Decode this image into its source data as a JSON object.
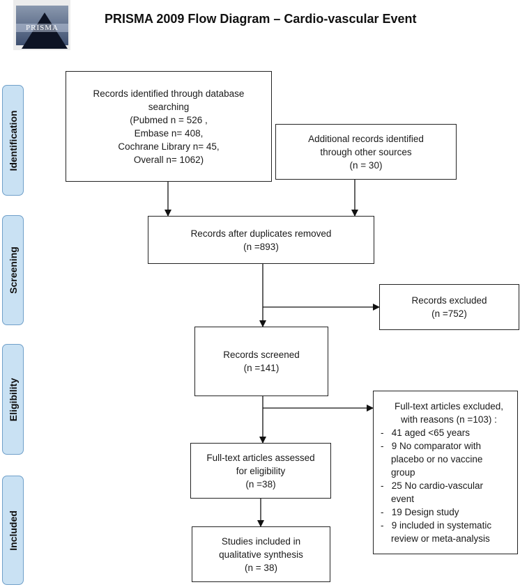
{
  "logo": {
    "text": "PRISMA"
  },
  "title": "PRISMA 2009 Flow Diagram – Cardio-vascular Event",
  "phases": [
    {
      "id": "identification",
      "label": "Identification"
    },
    {
      "id": "screening",
      "label": "Screening"
    },
    {
      "id": "eligibility",
      "label": "Eligibility"
    },
    {
      "id": "included",
      "label": "Included"
    }
  ],
  "boxes": {
    "database_search": {
      "lines": [
        "Records identified through database",
        "searching",
        "(Pubmed n = 526 ,",
        "Embase n= 408,",
        "Cochrane Library n= 45,",
        "Overall n= 1062)"
      ]
    },
    "other_sources": {
      "lines": [
        "Additional records identified",
        "through other sources",
        "(n = 30)"
      ]
    },
    "after_duplicates": {
      "lines": [
        "Records after duplicates removed",
        "(n =893)"
      ]
    },
    "records_excluded": {
      "lines": [
        "Records excluded",
        "(n =752)"
      ]
    },
    "records_screened": {
      "lines": [
        "Records screened",
        "(n =141)"
      ]
    },
    "fulltext_excluded": {
      "lines": [
        "Full-text articles excluded,",
        "with reasons (n =103) :"
      ],
      "reasons": [
        "-   41 aged <65 years",
        "-   9 No comparator with",
        "    placebo or no vaccine",
        "    group",
        "-   25 No cardio-vascular",
        "    event",
        "-   19 Design study",
        "-   9 included in systematic",
        "    review or meta-analysis"
      ]
    },
    "fulltext_assessed": {
      "lines": [
        "Full-text articles assessed",
        "for eligibility",
        "(n =38)"
      ]
    },
    "studies_included": {
      "lines": [
        "Studies included in",
        "qualitative synthesis",
        "(n = 38)"
      ]
    }
  }
}
